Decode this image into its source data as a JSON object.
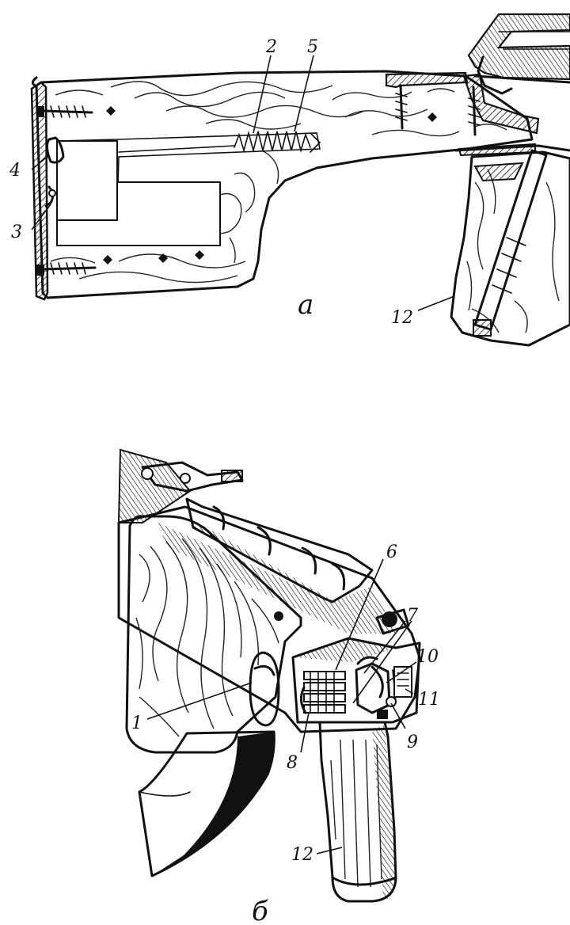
{
  "figure_a": {
    "caption": "а",
    "labels": [
      "2",
      "5",
      "4",
      "3",
      "12"
    ]
  },
  "figure_b": {
    "caption": "б",
    "labels": [
      "6",
      "7",
      "10",
      "11",
      "1",
      "8",
      "9",
      "12"
    ]
  }
}
